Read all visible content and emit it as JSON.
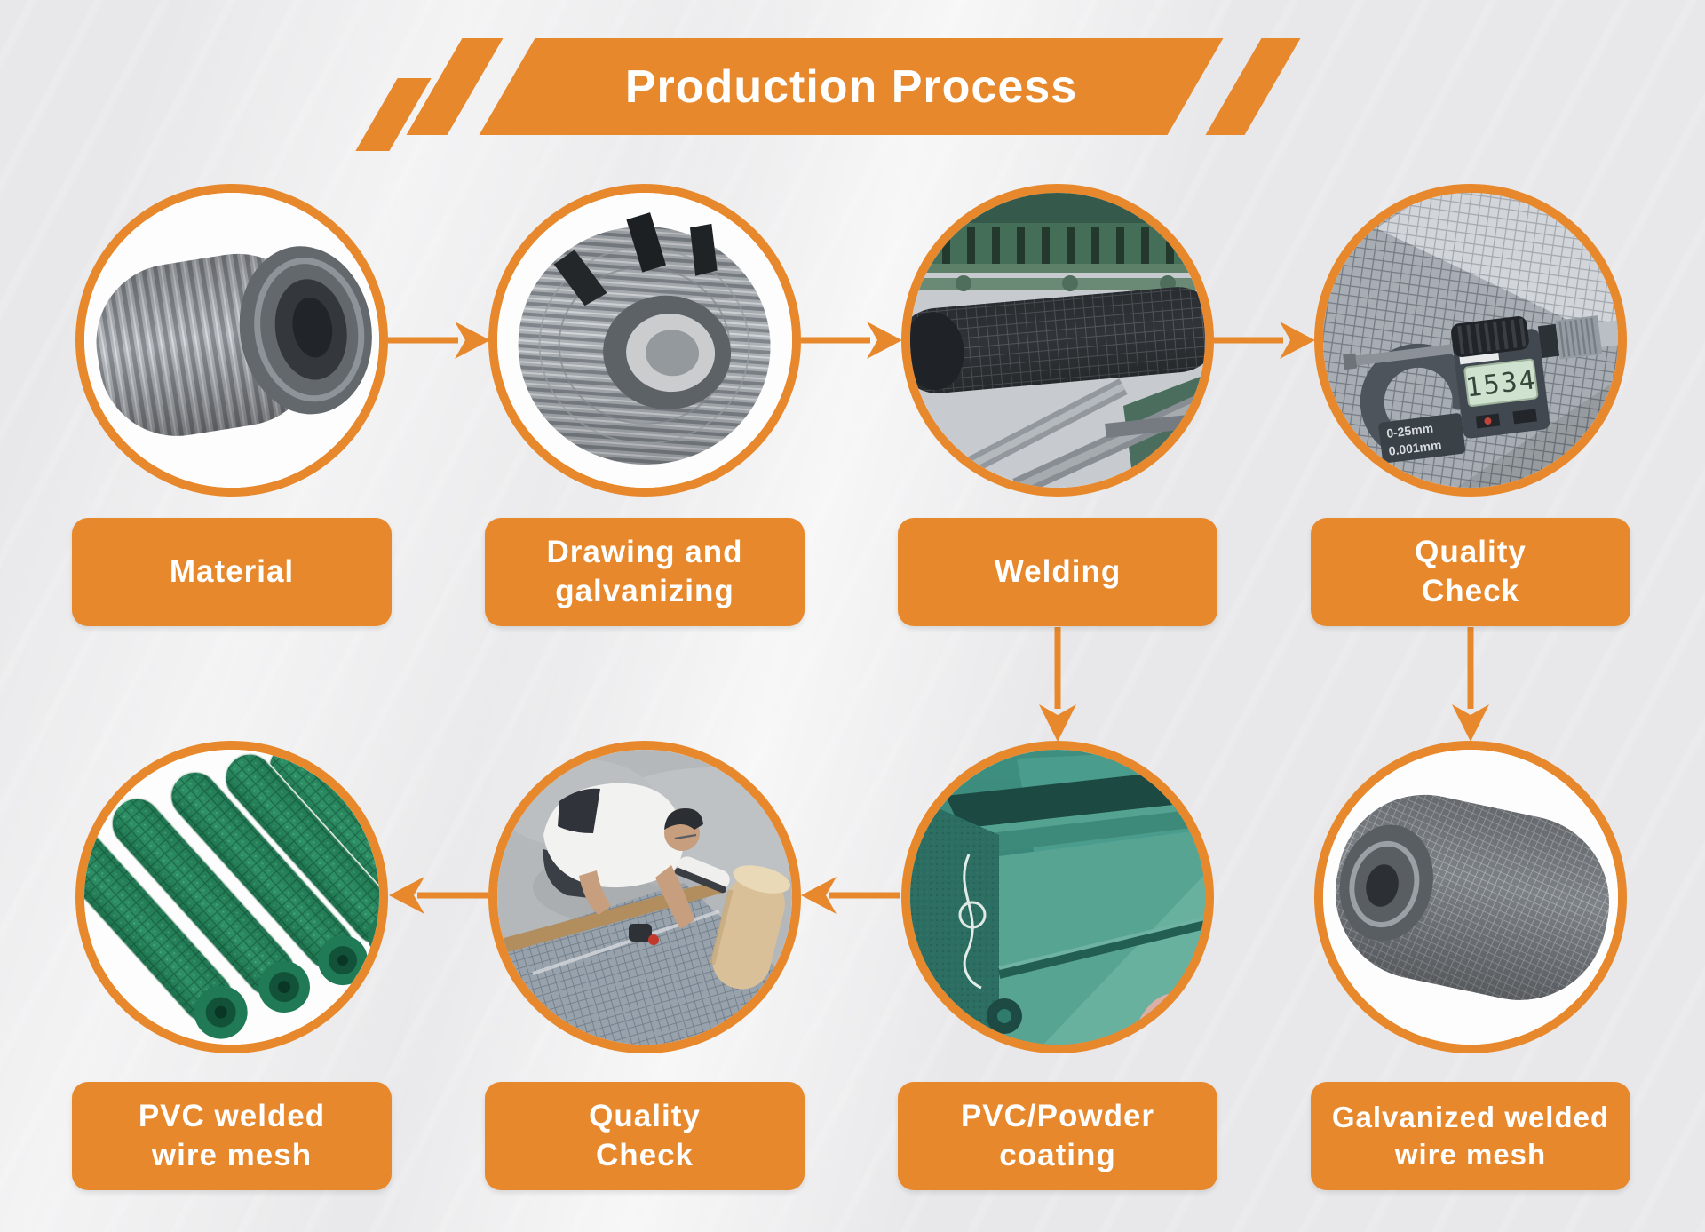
{
  "title": "Production Process",
  "colors": {
    "accent_orange": "#E8882C",
    "label_text": "#FFFFFF",
    "background": "#E8E8EA",
    "pvc_mesh_green": "#2E9066",
    "coating_teal": "#3F8F81"
  },
  "steps": [
    {
      "id": "material",
      "label": "Material",
      "label_lines": [
        "Material"
      ],
      "image": "steel-wire-rod-coil"
    },
    {
      "id": "drawing-galvanizing",
      "label": "Drawing and galvanizing",
      "label_lines": [
        "Drawing and",
        "galvanizing"
      ],
      "image": "galvanized-wire-coil-with-straps"
    },
    {
      "id": "welding",
      "label": "Welding",
      "label_lines": [
        "Welding"
      ],
      "image": "mesh-welding-machine"
    },
    {
      "id": "quality-check-1",
      "label": "Quality Check",
      "label_lines": [
        "Quality",
        "Check"
      ],
      "image": "digital-micrometer-on-mesh"
    },
    {
      "id": "pvc-welded-wire-mesh",
      "label": "PVC welded wire mesh",
      "label_lines": [
        "PVC welded",
        "wire mesh"
      ],
      "image": "green-pvc-mesh-rolls"
    },
    {
      "id": "quality-check-2",
      "label": "Quality Check",
      "label_lines": [
        "Quality",
        "Check"
      ],
      "image": "worker-measuring-mesh-on-floor"
    },
    {
      "id": "pvc-powder-coating",
      "label": "PVC/Powder coating",
      "label_lines": [
        "PVC/Powder",
        "coating"
      ],
      "image": "green-coating-tank"
    },
    {
      "id": "galvanized-welded-wire-mesh",
      "label": "Galvanized welded wire mesh",
      "label_lines": [
        "Galvanized welded",
        "wire mesh"
      ],
      "image": "galvanized-mesh-roll"
    }
  ],
  "arrows": [
    {
      "from": "material",
      "to": "drawing-galvanizing",
      "direction": "right"
    },
    {
      "from": "drawing-galvanizing",
      "to": "welding",
      "direction": "right"
    },
    {
      "from": "welding",
      "to": "quality-check-1",
      "direction": "right"
    },
    {
      "from": "welding",
      "to": "pvc-powder-coating",
      "direction": "down"
    },
    {
      "from": "quality-check-1",
      "to": "galvanized-welded-wire-mesh",
      "direction": "down"
    },
    {
      "from": "pvc-powder-coating",
      "to": "quality-check-2",
      "direction": "left"
    },
    {
      "from": "quality-check-2",
      "to": "pvc-welded-wire-mesh",
      "direction": "left"
    }
  ],
  "micrometer": {
    "lcd_value": "1534",
    "range_text": "0-25mm",
    "resolution_text": "0.001mm"
  }
}
